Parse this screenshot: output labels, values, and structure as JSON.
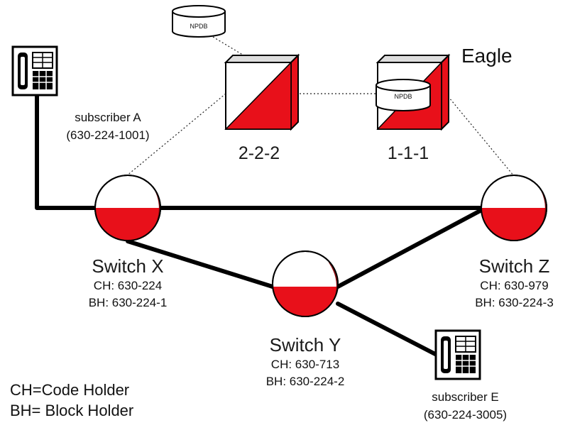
{
  "diagram": {
    "eagle_label": "Eagle",
    "stps": [
      {
        "label": "2-2-2"
      },
      {
        "label": "1-1-1"
      }
    ],
    "databases": [
      {
        "label": "NPDB"
      },
      {
        "label": "NPDB"
      }
    ],
    "switches": [
      {
        "name": "Switch X",
        "ch": "CH: 630-224",
        "bh": "BH: 630-224-1"
      },
      {
        "name": "Switch Y",
        "ch": "CH: 630-713",
        "bh": "BH: 630-224-2"
      },
      {
        "name": "Switch Z",
        "ch": "CH: 630-979",
        "bh": "BH: 630-224-3"
      }
    ],
    "subscribers": [
      {
        "name": "subscriber A",
        "number": "(630-224-1001)"
      },
      {
        "name": "subscriber E",
        "number": "(630-224-3005)"
      }
    ],
    "legend": {
      "ch": "CH=Code Holder",
      "bh": "BH= Block Holder"
    },
    "colors": {
      "red": "#e8101a",
      "dark_red": "#8a0a0e",
      "line": "#000000"
    }
  }
}
